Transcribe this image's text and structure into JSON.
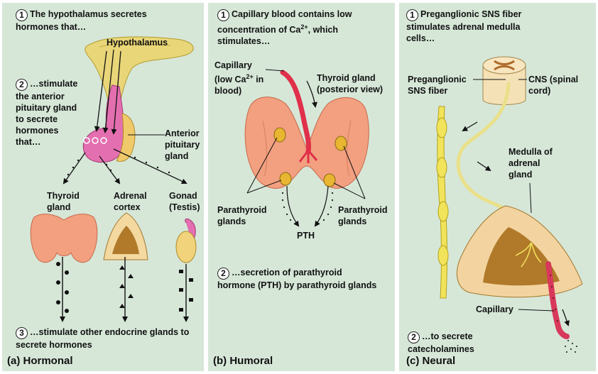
{
  "panel_a": {
    "step1": {
      "number": "1",
      "text": "The hypothalamus secretes hormones that…"
    },
    "hypothalamus_label": "Hypothalamus",
    "step2": {
      "number": "2",
      "text": "…stimulate the anterior pituitary gland to secrete hormones that…"
    },
    "anterior_pituitary_label": "Anterior pituitary gland",
    "thyroid_label": "Thyroid gland",
    "adrenal_label": "Adrenal cortex",
    "gonad_label": "Gonad (Testis)",
    "step3": {
      "number": "3",
      "text": "…stimulate other endocrine glands to secrete hormones"
    },
    "caption": "(a) Hormonal"
  },
  "panel_b": {
    "step1": {
      "number": "1",
      "text_pre": "Capillary blood contains low concentration of Ca",
      "sup": "2+",
      "text_post": ", which stimulates…"
    },
    "capillary_pre": "Capillary (low Ca",
    "capillary_sup": "2+",
    "capillary_post": " in blood)",
    "thyroid_label": "Thyroid gland (posterior view)",
    "parathyroid_left": "Parathyroid glands",
    "parathyroid_right": "Parathyroid glands",
    "pth_label": "PTH",
    "step2": {
      "number": "2",
      "text": "…secretion of parathyroid hormone (PTH) by parathyroid glands"
    },
    "caption": "(b) Humoral"
  },
  "panel_c": {
    "step1": {
      "number": "1",
      "text": "Preganglionic SNS fiber stimulates adrenal medulla cells…"
    },
    "preganglionic_label": "Preganglionic SNS fiber",
    "cns_label": "CNS (spinal cord)",
    "medulla_label": "Medulla of adrenal gland",
    "capillary_label": "Capillary",
    "step2": {
      "number": "2",
      "text": "…to secrete catecholamines"
    },
    "caption": "(c) Neural"
  }
}
